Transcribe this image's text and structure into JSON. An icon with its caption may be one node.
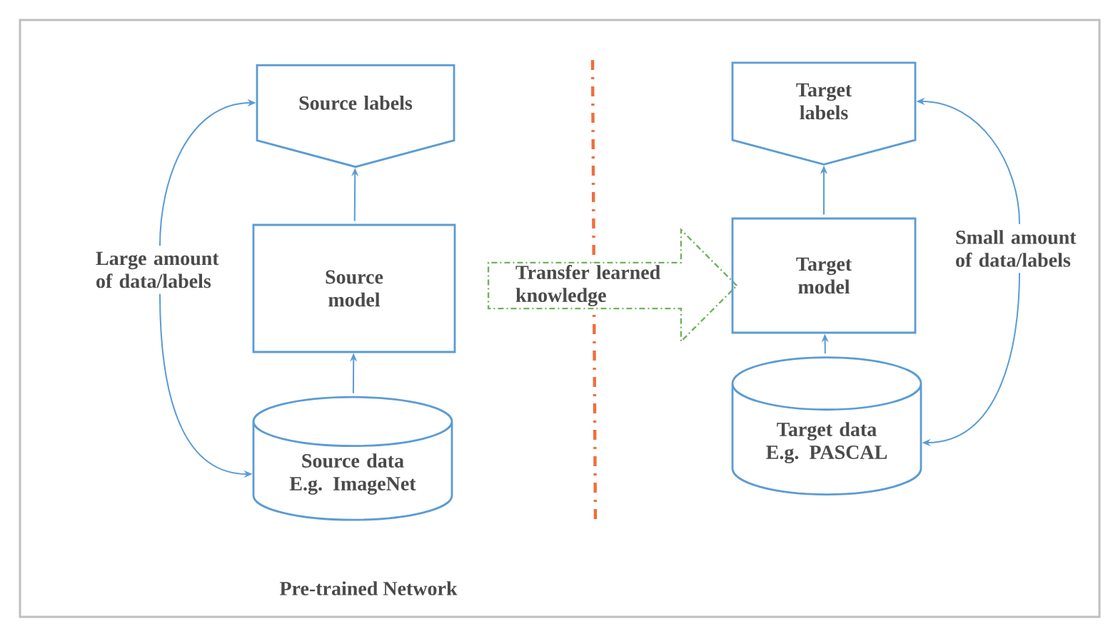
{
  "diagram": {
    "nodes": [
      {
        "text": [
          "Source labels"
        ]
      },
      {
        "text": [
          "Source model"
        ]
      },
      {
        "text": [
          "Source data E.g. ImageNet"
        ]
      },
      {
        "text": [
          "Transfer learned knowledge"
        ]
      },
      {
        "text": [
          "Target labels"
        ]
      },
      {
        "text": [
          "Target model"
        ]
      },
      {
        "text": [
          "Target data E.g. PASCAL"
        ]
      },
      {
        "text": [
          "Large amount of data/labels"
        ]
      },
      {
        "text": [
          "Small amount of data/labels"
        ]
      }
    ],
    "edges": [
      {
        "from": 2,
        "to": 1,
        "arrow": "to"
      },
      {
        "from": 1,
        "to": 0,
        "arrow": "to"
      },
      {
        "from": 7,
        "to": 0,
        "arrow": "to"
      },
      {
        "from": 7,
        "to": 2,
        "arrow": "to"
      },
      {
        "from": 6,
        "to": 5,
        "arrow": "to"
      },
      {
        "from": 5,
        "to": 4,
        "arrow": "to"
      },
      {
        "from": 8,
        "to": 4,
        "arrow": "to"
      },
      {
        "from": 8,
        "to": 6,
        "arrow": "to"
      }
    ],
    "labels": [
      "Pre-trained Network"
    ]
  }
}
